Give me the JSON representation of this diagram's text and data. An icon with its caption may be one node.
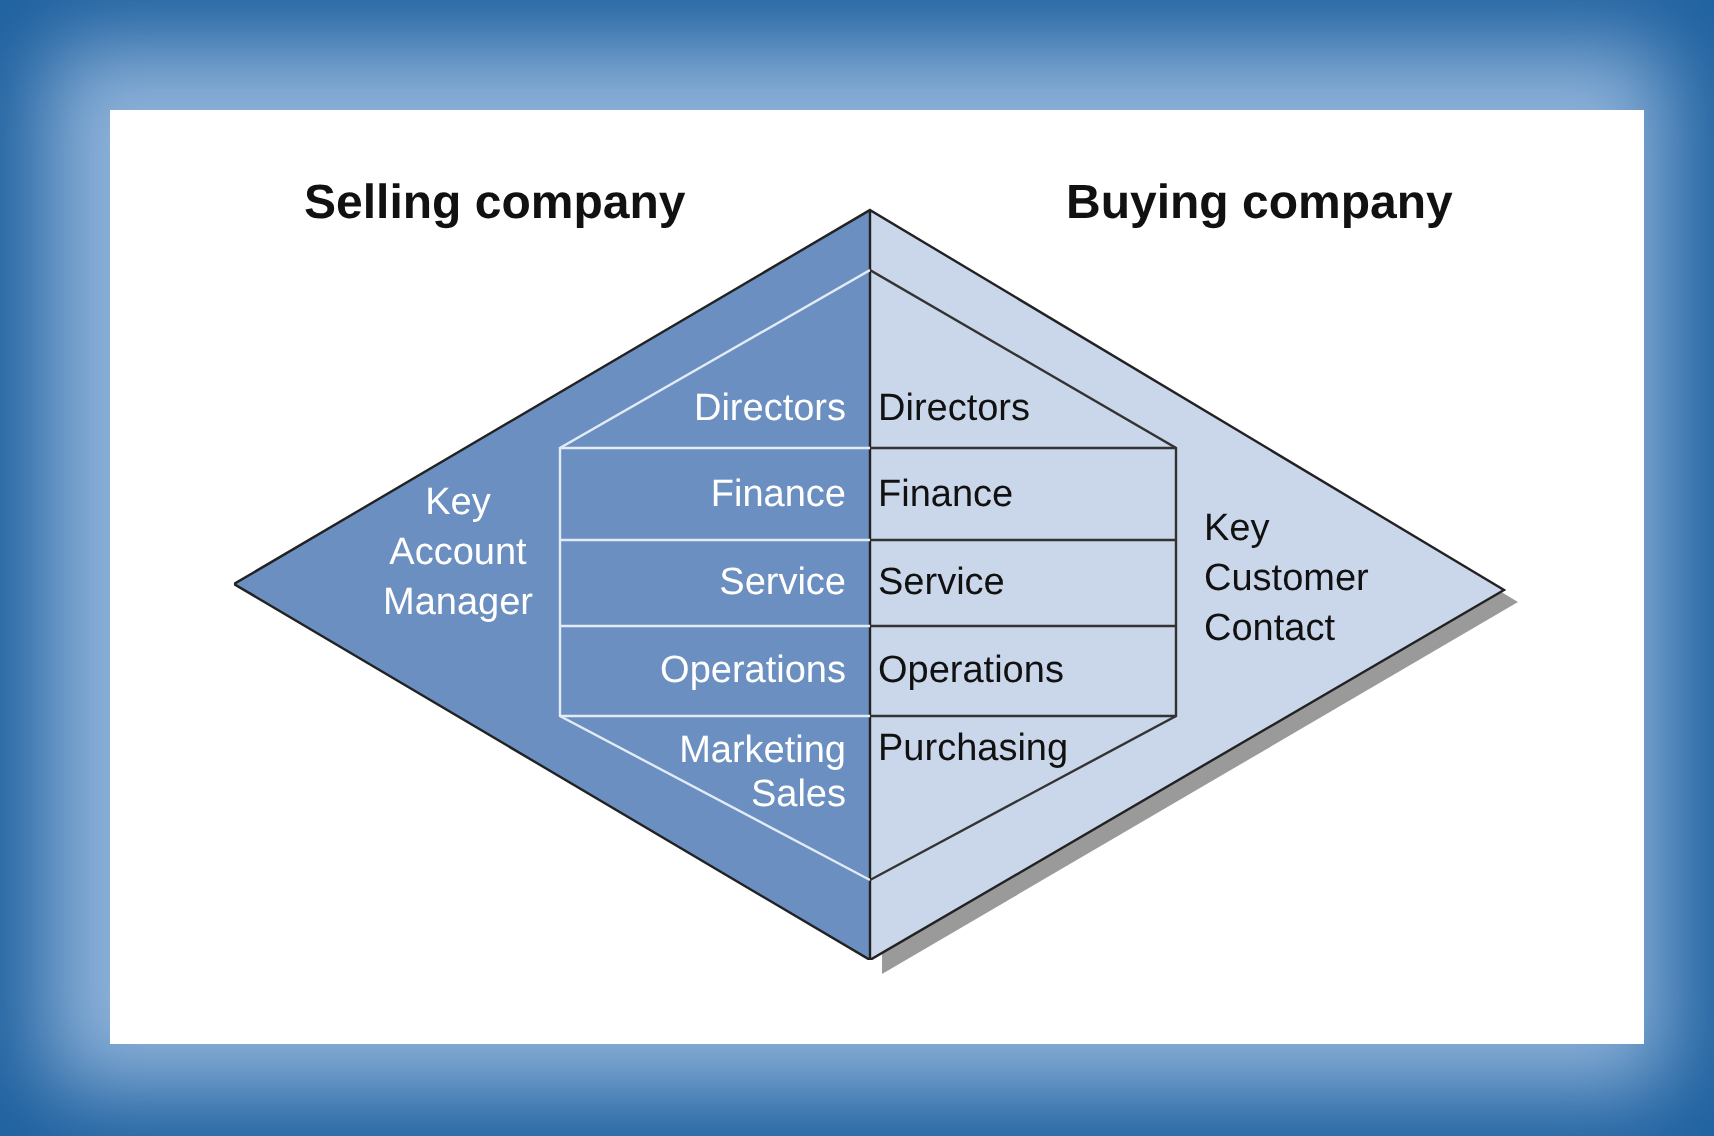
{
  "diagram": {
    "nodes": [
      {
        "text": [
          "Selling company",
          "Key Account Manager"
        ]
      },
      {
        "text": [
          "Buying company",
          "Key Customer Contact"
        ]
      },
      {
        "text": [
          "Directors"
        ],
        "in": 0
      },
      {
        "text": [
          "Finance"
        ],
        "in": 0
      },
      {
        "text": [
          "Service"
        ],
        "in": 0
      },
      {
        "text": [
          "Operations"
        ],
        "in": 0
      },
      {
        "text": [
          "Marketing Sales"
        ],
        "in": 0
      },
      {
        "text": [
          "Directors"
        ],
        "in": 1
      },
      {
        "text": [
          "Finance"
        ],
        "in": 1
      },
      {
        "text": [
          "Service"
        ],
        "in": 1
      },
      {
        "text": [
          "Operations"
        ],
        "in": 1
      },
      {
        "text": [
          "Purchasing"
        ],
        "in": 1
      }
    ],
    "edges": []
  }
}
